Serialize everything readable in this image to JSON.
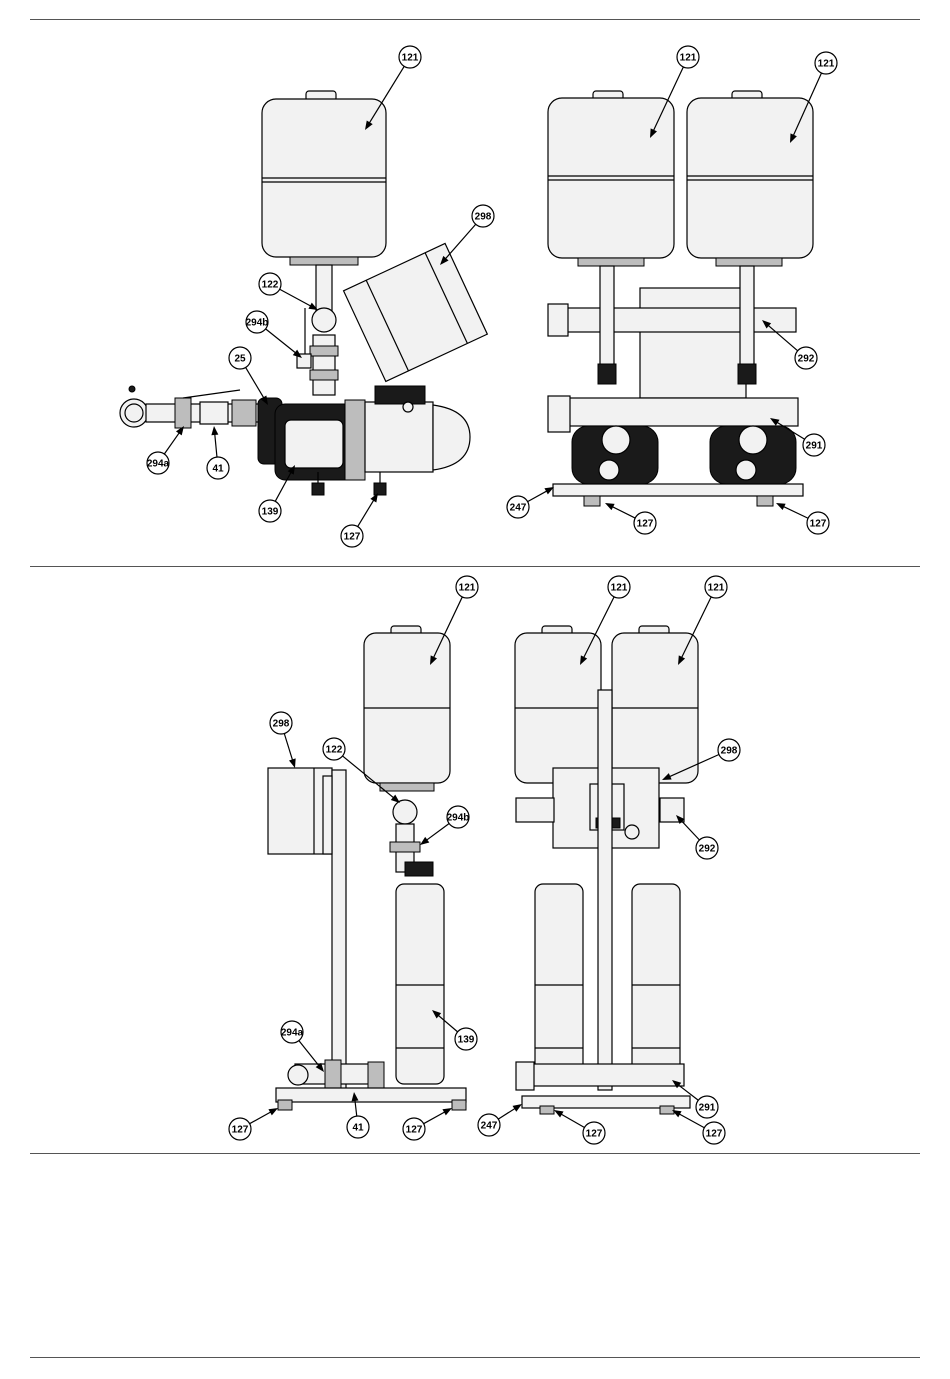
{
  "figures": [
    {
      "name": "figure-horizontal-pumps",
      "callouts": [
        "121",
        "121",
        "121",
        "298",
        "122",
        "294b",
        "25",
        "294a",
        "41",
        "139",
        "127",
        "292",
        "291",
        "247",
        "127",
        "127"
      ]
    },
    {
      "name": "figure-vertical-pumps",
      "callouts": [
        "121",
        "121",
        "121",
        "298",
        "122",
        "294b",
        "139",
        "294a",
        "127",
        "41",
        "127",
        "298",
        "292",
        "291",
        "247",
        "127",
        "127"
      ]
    }
  ]
}
